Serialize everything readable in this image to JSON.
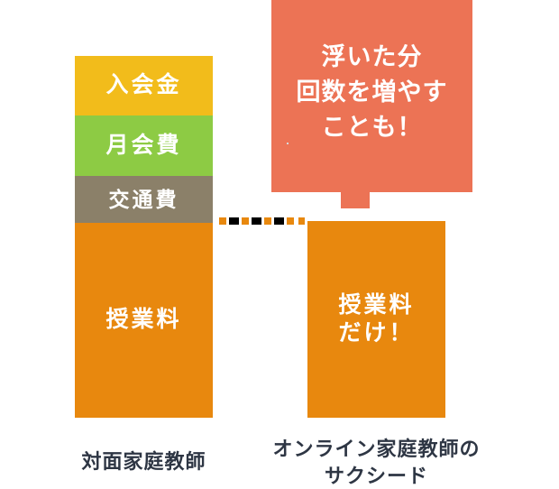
{
  "chart_data": {
    "type": "bar",
    "title": "",
    "subtitle": "",
    "xlabel": "",
    "ylabel": "",
    "stacked": true,
    "grid": false,
    "legend_position": "none",
    "categories": [
      "対面家庭教師",
      "オンライン家庭教師の\nサクシード"
    ],
    "series": [
      {
        "name": "入会金",
        "color": "#f2bc1b",
        "values": [
          66,
          0
        ]
      },
      {
        "name": "月会費",
        "color": "#8dcb44",
        "values": [
          67,
          0
        ]
      },
      {
        "name": "交通費",
        "color": "#8b8069",
        "values": [
          52,
          0
        ]
      },
      {
        "name": "授業料",
        "color": "#e8880e",
        "values": [
          216,
          218
        ]
      }
    ],
    "annotations": [
      {
        "text": "浮いた分\n回数を増やす\nことも！",
        "color": "#ec7355"
      }
    ]
  },
  "colors": {
    "enrollment_fee": "#f2bc1b",
    "monthly_fee": "#8dcb44",
    "transport_fee": "#8b8069",
    "tuition_fee": "#e8880e",
    "callout_bg": "#ec7355",
    "label_text": "#2e3644",
    "dash_orange": "#e8880e",
    "dash_black": "#000000",
    "text_on_bar": "#ffffff",
    "background": "#ffffff"
  },
  "left_bar": {
    "name": "対面家庭教師",
    "segments": [
      {
        "id": "enrollment-fee",
        "label": "入会金"
      },
      {
        "id": "monthly-fee",
        "label": "月会費"
      },
      {
        "id": "transport-fee",
        "label": "交通費"
      },
      {
        "id": "tuition-fee",
        "label": "授業料"
      }
    ]
  },
  "right_bar": {
    "name": "オンライン家庭教師のサクシード",
    "segments": [
      {
        "id": "tuition-fee-only",
        "label": "授業料\nだけ！"
      }
    ]
  },
  "callout": {
    "text": "浮いた分\n回数を増やす\nことも！"
  },
  "axis_labels": {
    "left": "対面家庭教師",
    "right": "オンライン家庭教師の\nサクシード"
  }
}
